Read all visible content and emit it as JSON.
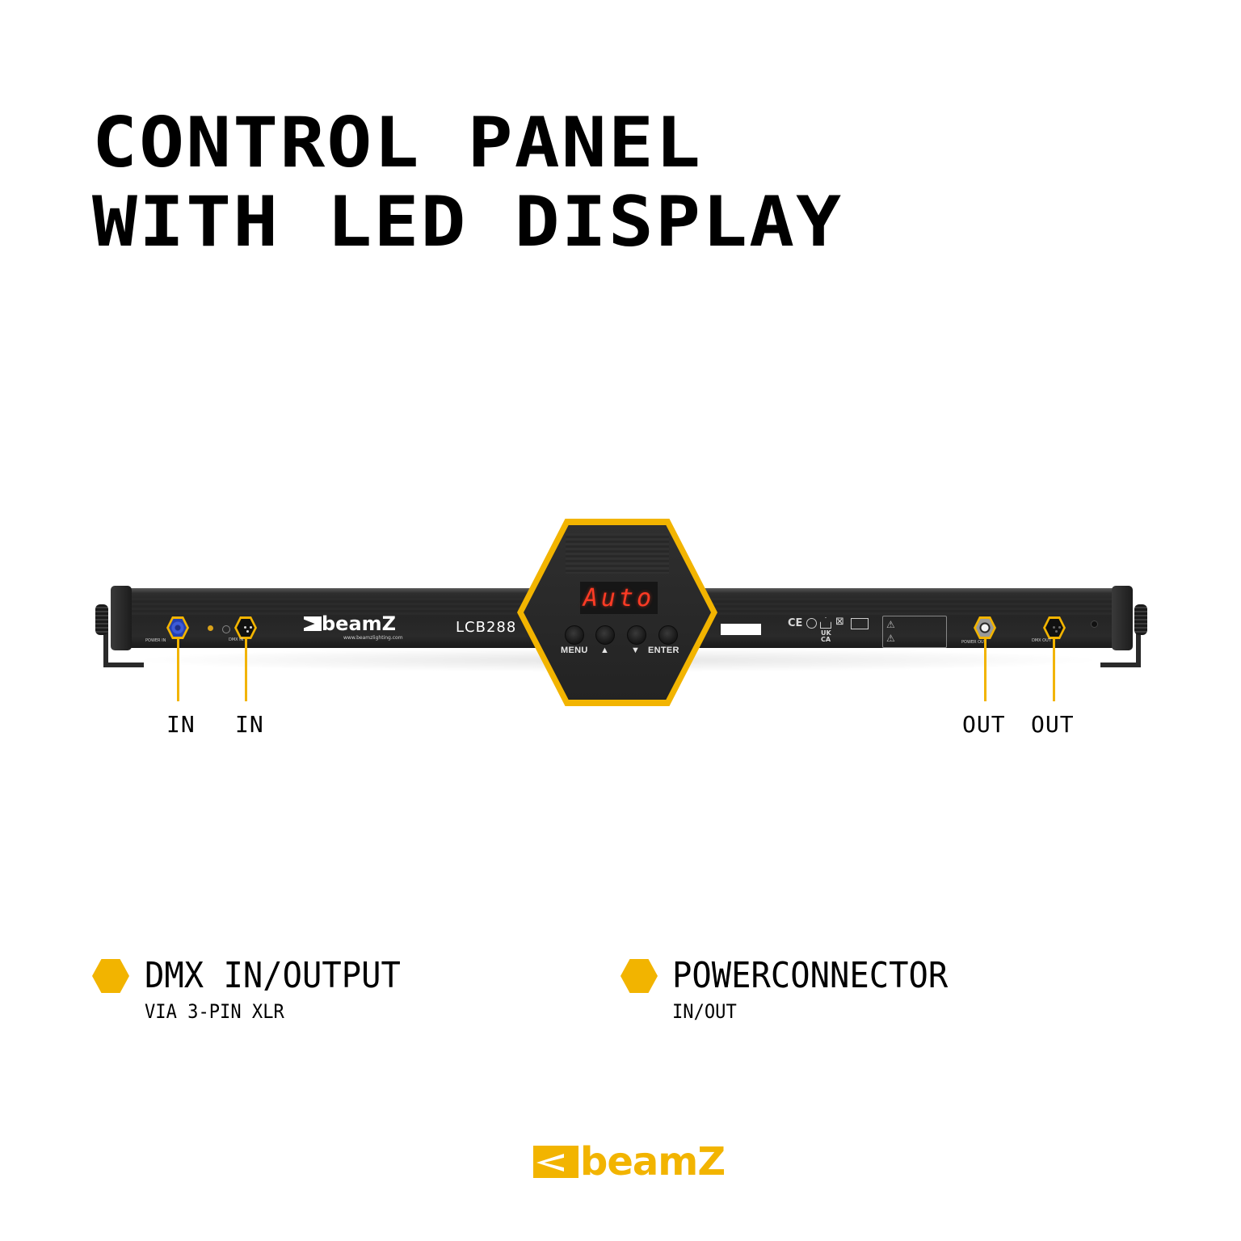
{
  "title": {
    "line1": "CONTROL PANEL",
    "line2": "WITH LED DISPLAY"
  },
  "product": {
    "brand": "beamZ",
    "website": "www.beamzlighting.com",
    "model": "LCB288",
    "ports": {
      "power_in_label": "POWER IN",
      "dmx_in_label": "DMX IN",
      "power_out_label": "POWER OUT",
      "dmx_out_label": "DMX OUT"
    },
    "certifications": [
      "CE",
      "UK CA"
    ]
  },
  "control_panel": {
    "display_text": "Auto",
    "buttons": [
      {
        "label": "MENU"
      },
      {
        "label": "▲"
      },
      {
        "label": "▼"
      },
      {
        "label": "ENTER"
      }
    ]
  },
  "callouts": [
    {
      "label": "IN",
      "target": "power-in"
    },
    {
      "label": "IN",
      "target": "dmx-in"
    },
    {
      "label": "OUT",
      "target": "power-out"
    },
    {
      "label": "OUT",
      "target": "dmx-out"
    }
  ],
  "features": [
    {
      "title": "DMX IN/OUTPUT",
      "subtitle": "VIA 3-PIN XLR"
    },
    {
      "title": "POWERCONNECTOR",
      "subtitle": "IN/OUT"
    }
  ],
  "footer": {
    "brand": "beamZ"
  },
  "colors": {
    "accent": "#f2b400",
    "display_red": "#ff3b25",
    "text": "#000000",
    "background": "#ffffff"
  }
}
